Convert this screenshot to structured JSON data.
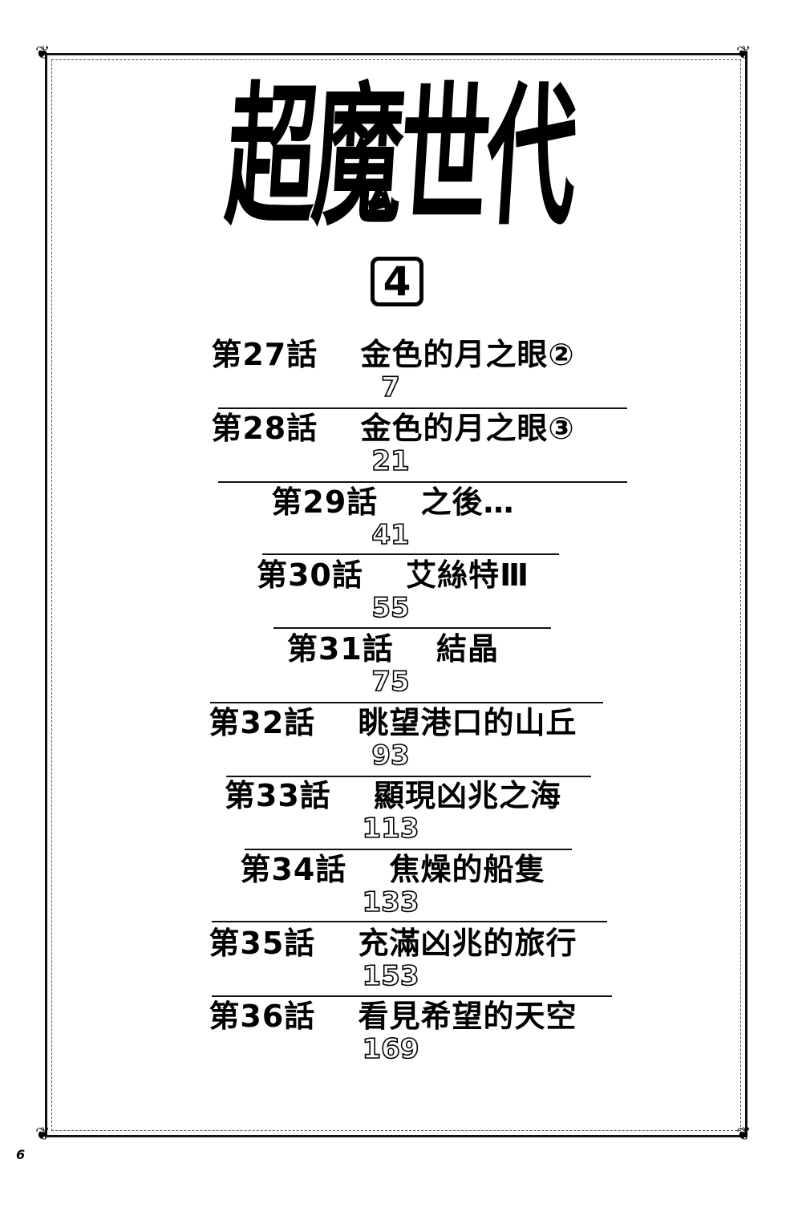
{
  "title": "超魔世代",
  "volume": "4",
  "contents": [
    {
      "chapter": "第27話",
      "name": "金色的月之眼②",
      "page": "7"
    },
    {
      "chapter": "第28話",
      "name": "金色的月之眼③",
      "page": "21"
    },
    {
      "chapter": "第29話",
      "name": "之後…",
      "page": "41"
    },
    {
      "chapter": "第30話",
      "name": "艾絲特Ⅲ",
      "page": "55"
    },
    {
      "chapter": "第31話",
      "name": "結晶",
      "page": "75"
    },
    {
      "chapter": "第32話",
      "name": "眺望港口的山丘",
      "page": "93"
    },
    {
      "chapter": "第33話",
      "name": "顯現凶兆之海",
      "page": "113"
    },
    {
      "chapter": "第34話",
      "name": "焦燥的船隻",
      "page": "133"
    },
    {
      "chapter": "第35話",
      "name": "充滿凶兆的旅行",
      "page": "153"
    },
    {
      "chapter": "第36話",
      "name": "看見希望的天空",
      "page": "169"
    }
  ],
  "folio": "6"
}
